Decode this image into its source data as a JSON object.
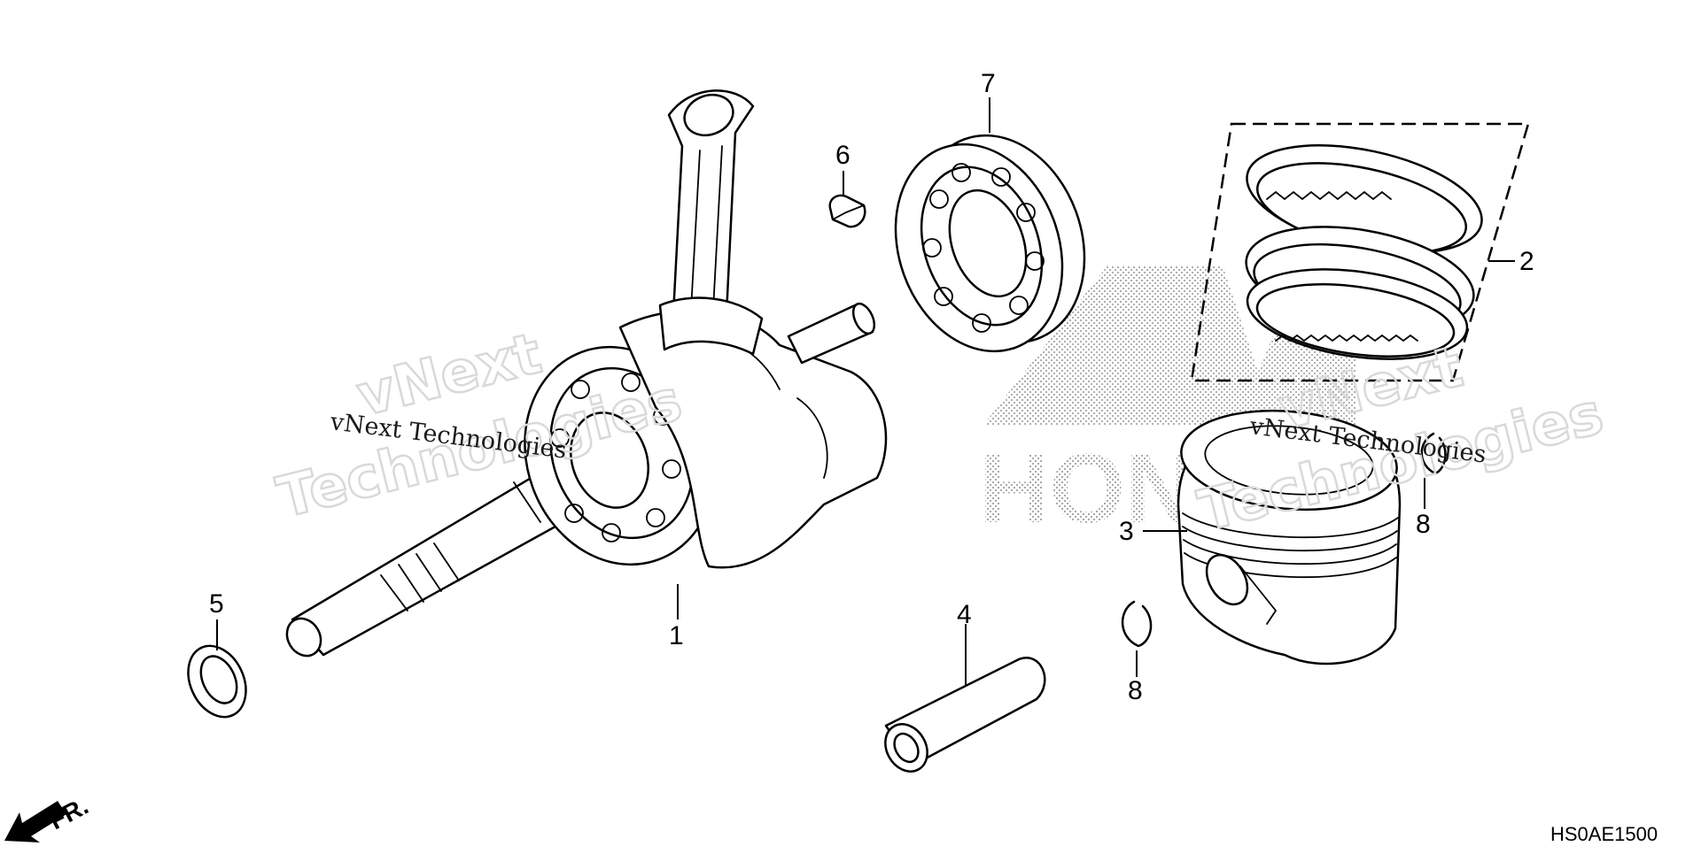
{
  "diagram": {
    "code": "HS0AE1500",
    "front_marker": "FR.",
    "logo_text": "HONDA",
    "watermarks": {
      "outline_line1": "vNext",
      "outline_line2": "Technologies",
      "print_text": "vNext Technologies"
    },
    "callouts": [
      {
        "id": "1",
        "label": "1"
      },
      {
        "id": "2",
        "label": "2"
      },
      {
        "id": "3",
        "label": "3"
      },
      {
        "id": "4",
        "label": "4"
      },
      {
        "id": "5",
        "label": "5"
      },
      {
        "id": "6",
        "label": "6"
      },
      {
        "id": "7",
        "label": "7"
      },
      {
        "id": "8a",
        "label": "8"
      },
      {
        "id": "8b",
        "label": "8"
      }
    ]
  },
  "icons": {
    "front_arrow": "front-arrow-icon"
  }
}
